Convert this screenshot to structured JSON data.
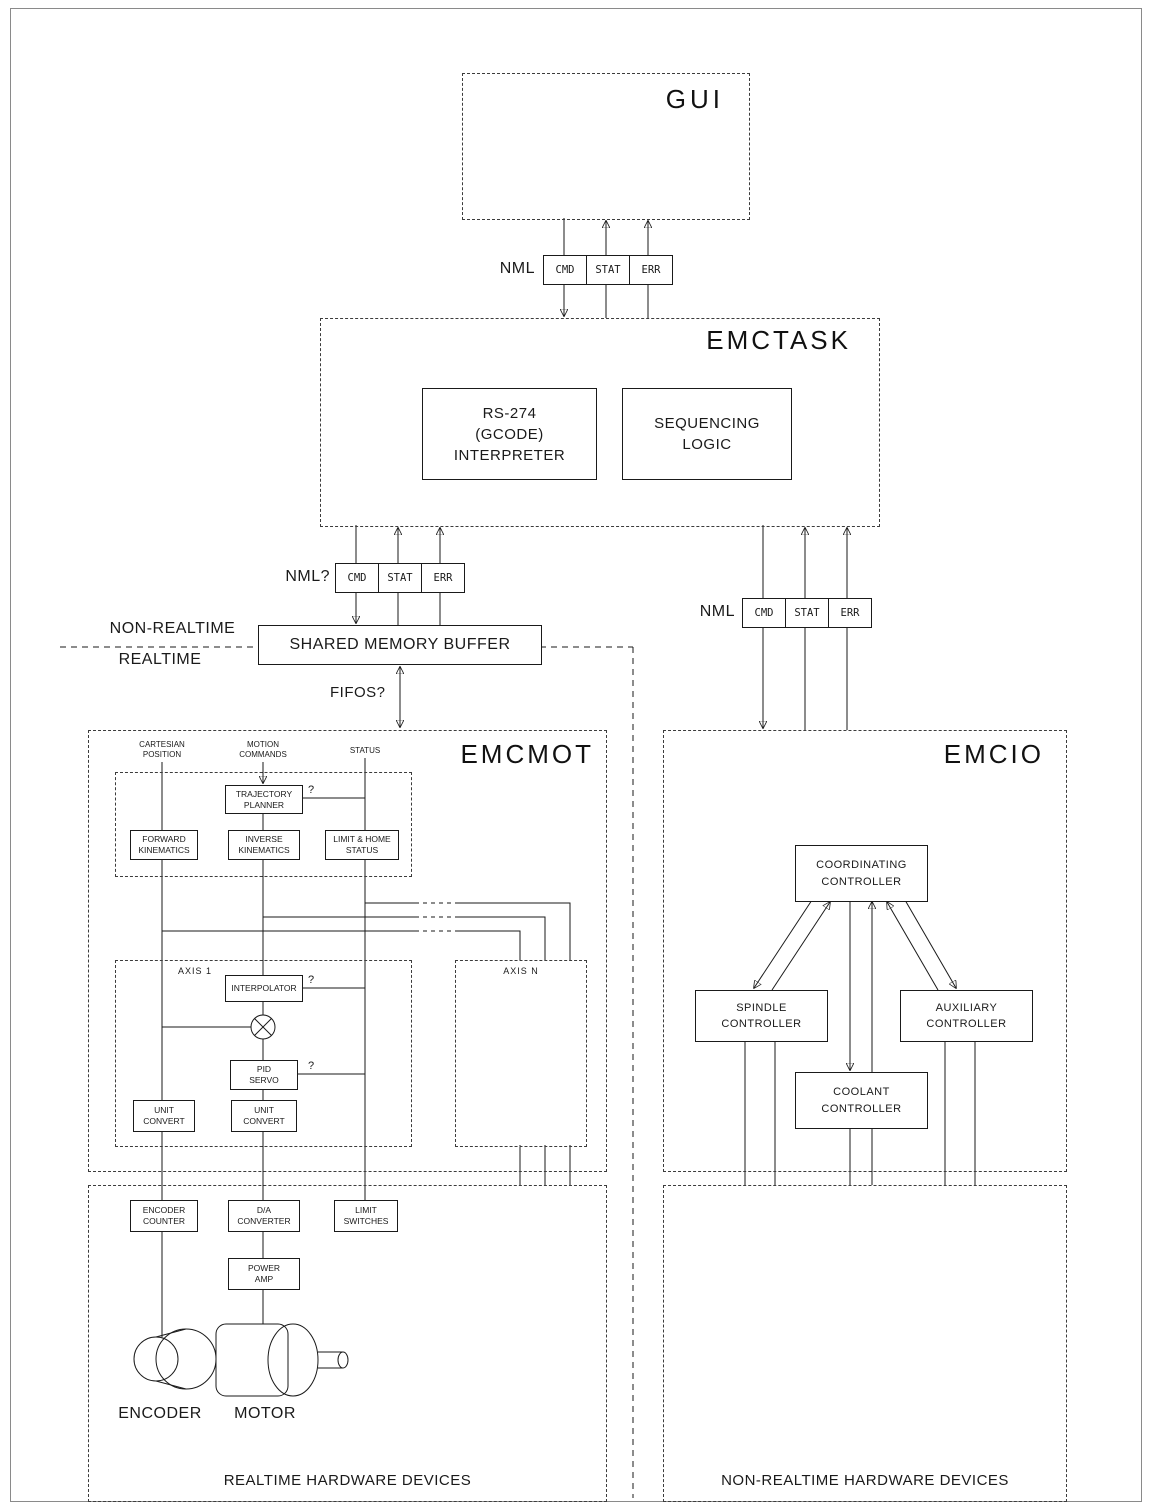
{
  "titles": {
    "gui": "GUI",
    "emctask": "EMCTASK",
    "emcmot": "EMCMOT",
    "emcio": "EMCIO"
  },
  "nml": {
    "label_top": "NML",
    "label_left": "NML?",
    "label_right": "NML",
    "cmd": "CMD",
    "stat": "STAT",
    "err": "ERR"
  },
  "emctask": {
    "interpreter": "RS-274\n(GCODE)\nINTERPRETER",
    "sequencing": "SEQUENCING\nLOGIC"
  },
  "boundary": {
    "non_realtime": "NON-REALTIME",
    "realtime": "REALTIME"
  },
  "buffer": {
    "label": "SHARED MEMORY BUFFER",
    "fifos": "FIFOS?"
  },
  "emcmot": {
    "col_cartesian": "CARTESIAN\nPOSITION",
    "col_motion": "MOTION\nCOMMANDS",
    "col_status": "STATUS",
    "trajectory_planner": "TRAJECTORY\nPLANNER",
    "forward_kinematics": "FORWARD\nKINEMATICS",
    "inverse_kinematics": "INVERSE\nKINEMATICS",
    "limit_home_status": "LIMIT & HOME\nSTATUS",
    "axis1": "AXIS 1",
    "axisn": "AXIS N",
    "interpolator": "INTERPOLATOR",
    "pid_servo": "PID\nSERVO",
    "unit_convert": "UNIT\nCONVERT",
    "question": "?"
  },
  "emcio": {
    "coordinating": "COORDINATING\nCONTROLLER",
    "spindle": "SPINDLE\nCONTROLLER",
    "auxiliary": "AUXILIARY\nCONTROLLER",
    "coolant": "COOLANT\nCONTROLLER"
  },
  "hardware": {
    "encoder_counter": "ENCODER\nCOUNTER",
    "da_converter": "D/A\nCONVERTER",
    "limit_switches": "LIMIT\nSWITCHES",
    "power_amp": "POWER\nAMP",
    "encoder": "ENCODER",
    "motor": "MOTOR",
    "realtime_devices": "REALTIME HARDWARE DEVICES",
    "non_realtime_devices": "NON-REALTIME HARDWARE DEVICES"
  },
  "colors": {
    "line": "#1a1a1a",
    "background": "#ffffff"
  }
}
